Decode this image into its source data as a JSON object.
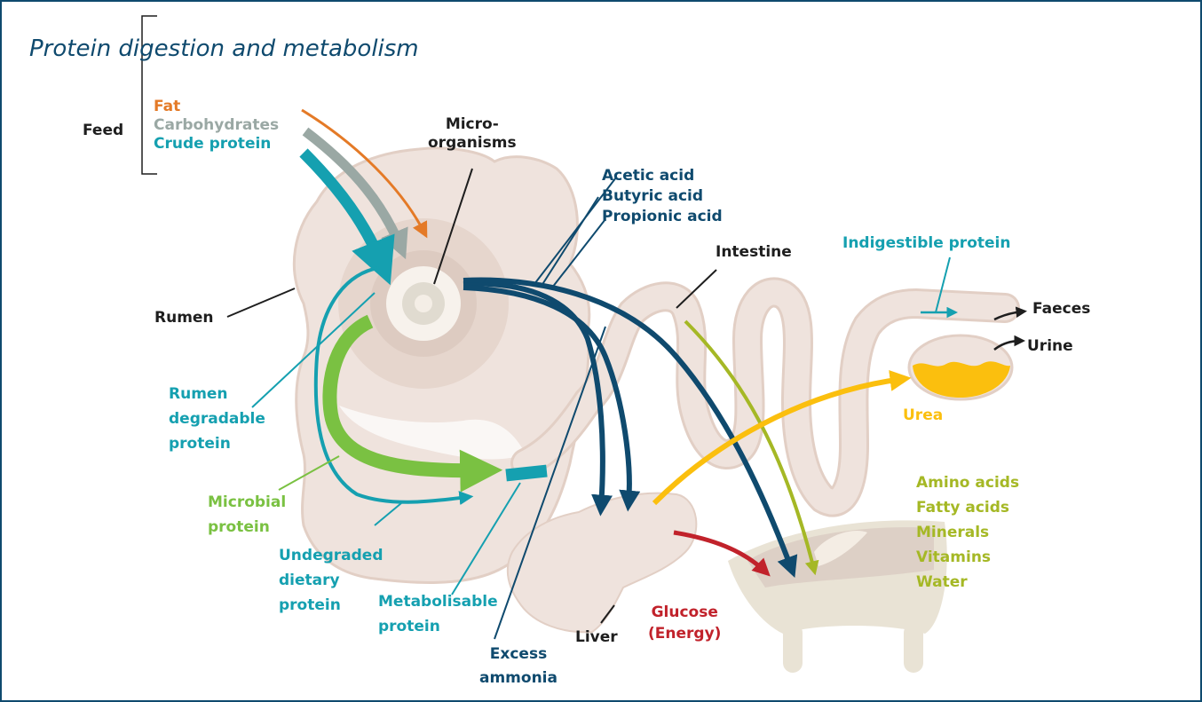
{
  "title": "Protein digestion and metabolism",
  "feed": {
    "label": "Feed",
    "items": [
      "Fat",
      "Carbohydrates",
      "Crude protein"
    ]
  },
  "labels": {
    "microorganisms": [
      "Micro-",
      "organisms"
    ],
    "vfa": [
      "Acetic acid",
      "Butyric acid",
      "Propionic acid"
    ],
    "intestine": "Intestine",
    "indigestible_protein": "Indigestible protein",
    "faeces": "Faeces",
    "urine": "Urine",
    "rumen": "Rumen",
    "rumen_degradable_protein": [
      "Rumen",
      "degradable",
      "protein"
    ],
    "urea": "Urea",
    "nutrients": [
      "Amino acids",
      "Fatty acids",
      "Minerals",
      "Vitamins",
      "Water"
    ],
    "microbial_protein": [
      "Microbial",
      "protein"
    ],
    "undegraded_dietary_protein": [
      "Undegraded",
      "dietary",
      "protein"
    ],
    "metabolisable_protein": [
      "Metabolisable",
      "protein"
    ],
    "excess_ammonia": [
      "Excess",
      "ammonia"
    ],
    "liver": "Liver",
    "glucose": [
      "Glucose",
      "(Energy)"
    ]
  },
  "colors": {
    "border": "#0f4a6e",
    "navy": "#0f4a6e",
    "teal": "#15a0b0",
    "orange": "#e47a27",
    "grey": "#9aa8a4",
    "green": "#7ac142",
    "lime": "#a5b825",
    "yellow": "#fbbf0e",
    "red": "#c1222b",
    "organ_fill": "#efe3dd",
    "organ_stroke": "#e2cfc5"
  }
}
